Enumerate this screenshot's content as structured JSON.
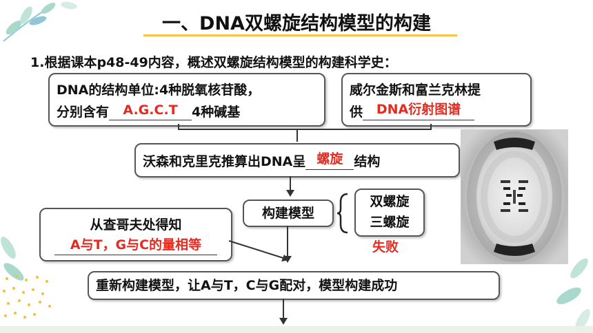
{
  "title": "一、DNA双螺旋结构模型的构建",
  "subtitle": "1.根据课本p48-49内容，概述双螺旋结构模型的构建科学史：",
  "box1": {
    "line1": "DNA的结构单位:4种脱氧核苷酸，",
    "line2_prefix": "分别含有",
    "line2_suffix": "4种碱基",
    "answer": "A.G.C.T"
  },
  "box2": {
    "line1": "威尔金斯和富兰克林提",
    "line2_prefix": "供",
    "answer": "DNA衍射图谱"
  },
  "box3": {
    "prefix": "沃森和克里克推算出DNA呈",
    "suffix": "结构",
    "answer": "螺旋"
  },
  "build_box": {
    "label": "构建模型"
  },
  "options_box": {
    "item1": "双螺旋",
    "item2": "三螺旋"
  },
  "fail_label": "失败",
  "chargaff_box": {
    "line1": "从查哥夫处得知",
    "answer": "A与T，G与C的量相等"
  },
  "final_box": {
    "label": "重新构建模型，让A与T，C与G配对，模型构建成功"
  },
  "colors": {
    "accent_red": "#e52b20",
    "title_underline": "#f4c542",
    "leaf_teal": "#a9d9cc"
  }
}
